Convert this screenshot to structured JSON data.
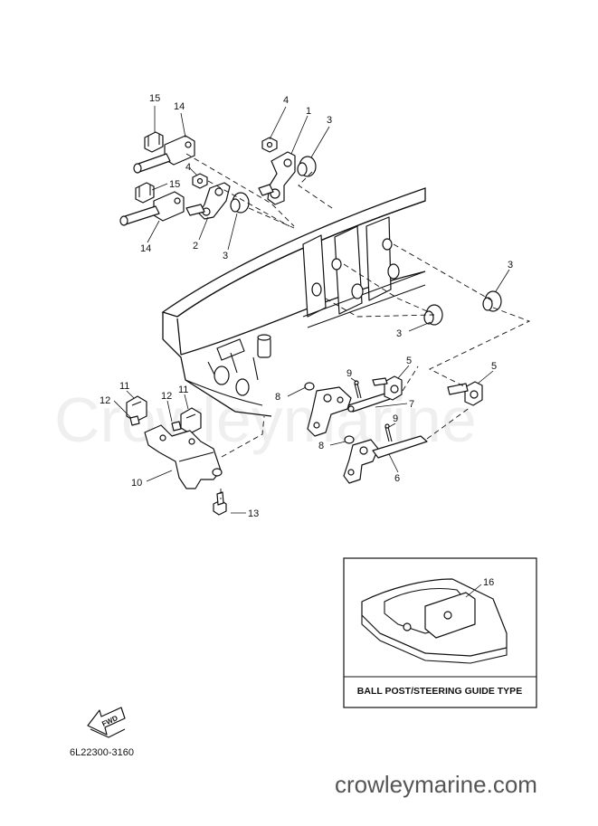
{
  "watermark": "Crowleymarine",
  "site_name": "crowleymarine.com",
  "diagram_code": "6L22300-3160",
  "fwd_label": "FWD",
  "inset": {
    "caption": "BALL POST/STEERING GUIDE TYPE",
    "callout": "16"
  },
  "callouts": [
    {
      "id": "c15a",
      "label": "15"
    },
    {
      "id": "c14a",
      "label": "14"
    },
    {
      "id": "c4a",
      "label": "4"
    },
    {
      "id": "c1",
      "label": "1"
    },
    {
      "id": "c3a",
      "label": "3"
    },
    {
      "id": "c4b",
      "label": "4"
    },
    {
      "id": "c15b",
      "label": "15"
    },
    {
      "id": "c2",
      "label": "2"
    },
    {
      "id": "c3b",
      "label": "3"
    },
    {
      "id": "c14b",
      "label": "14"
    },
    {
      "id": "c3c",
      "label": "3"
    },
    {
      "id": "c3d",
      "label": "3"
    },
    {
      "id": "c5a",
      "label": "5"
    },
    {
      "id": "c9a",
      "label": "9"
    },
    {
      "id": "c8a",
      "label": "8"
    },
    {
      "id": "c7",
      "label": "7"
    },
    {
      "id": "c5b",
      "label": "5"
    },
    {
      "id": "c9b",
      "label": "9"
    },
    {
      "id": "c8b",
      "label": "8"
    },
    {
      "id": "c6",
      "label": "6"
    },
    {
      "id": "c11a",
      "label": "11"
    },
    {
      "id": "c12a",
      "label": "12"
    },
    {
      "id": "c12b",
      "label": "12"
    },
    {
      "id": "c11b",
      "label": "11"
    },
    {
      "id": "c10",
      "label": "10"
    },
    {
      "id": "c13",
      "label": "13"
    }
  ]
}
